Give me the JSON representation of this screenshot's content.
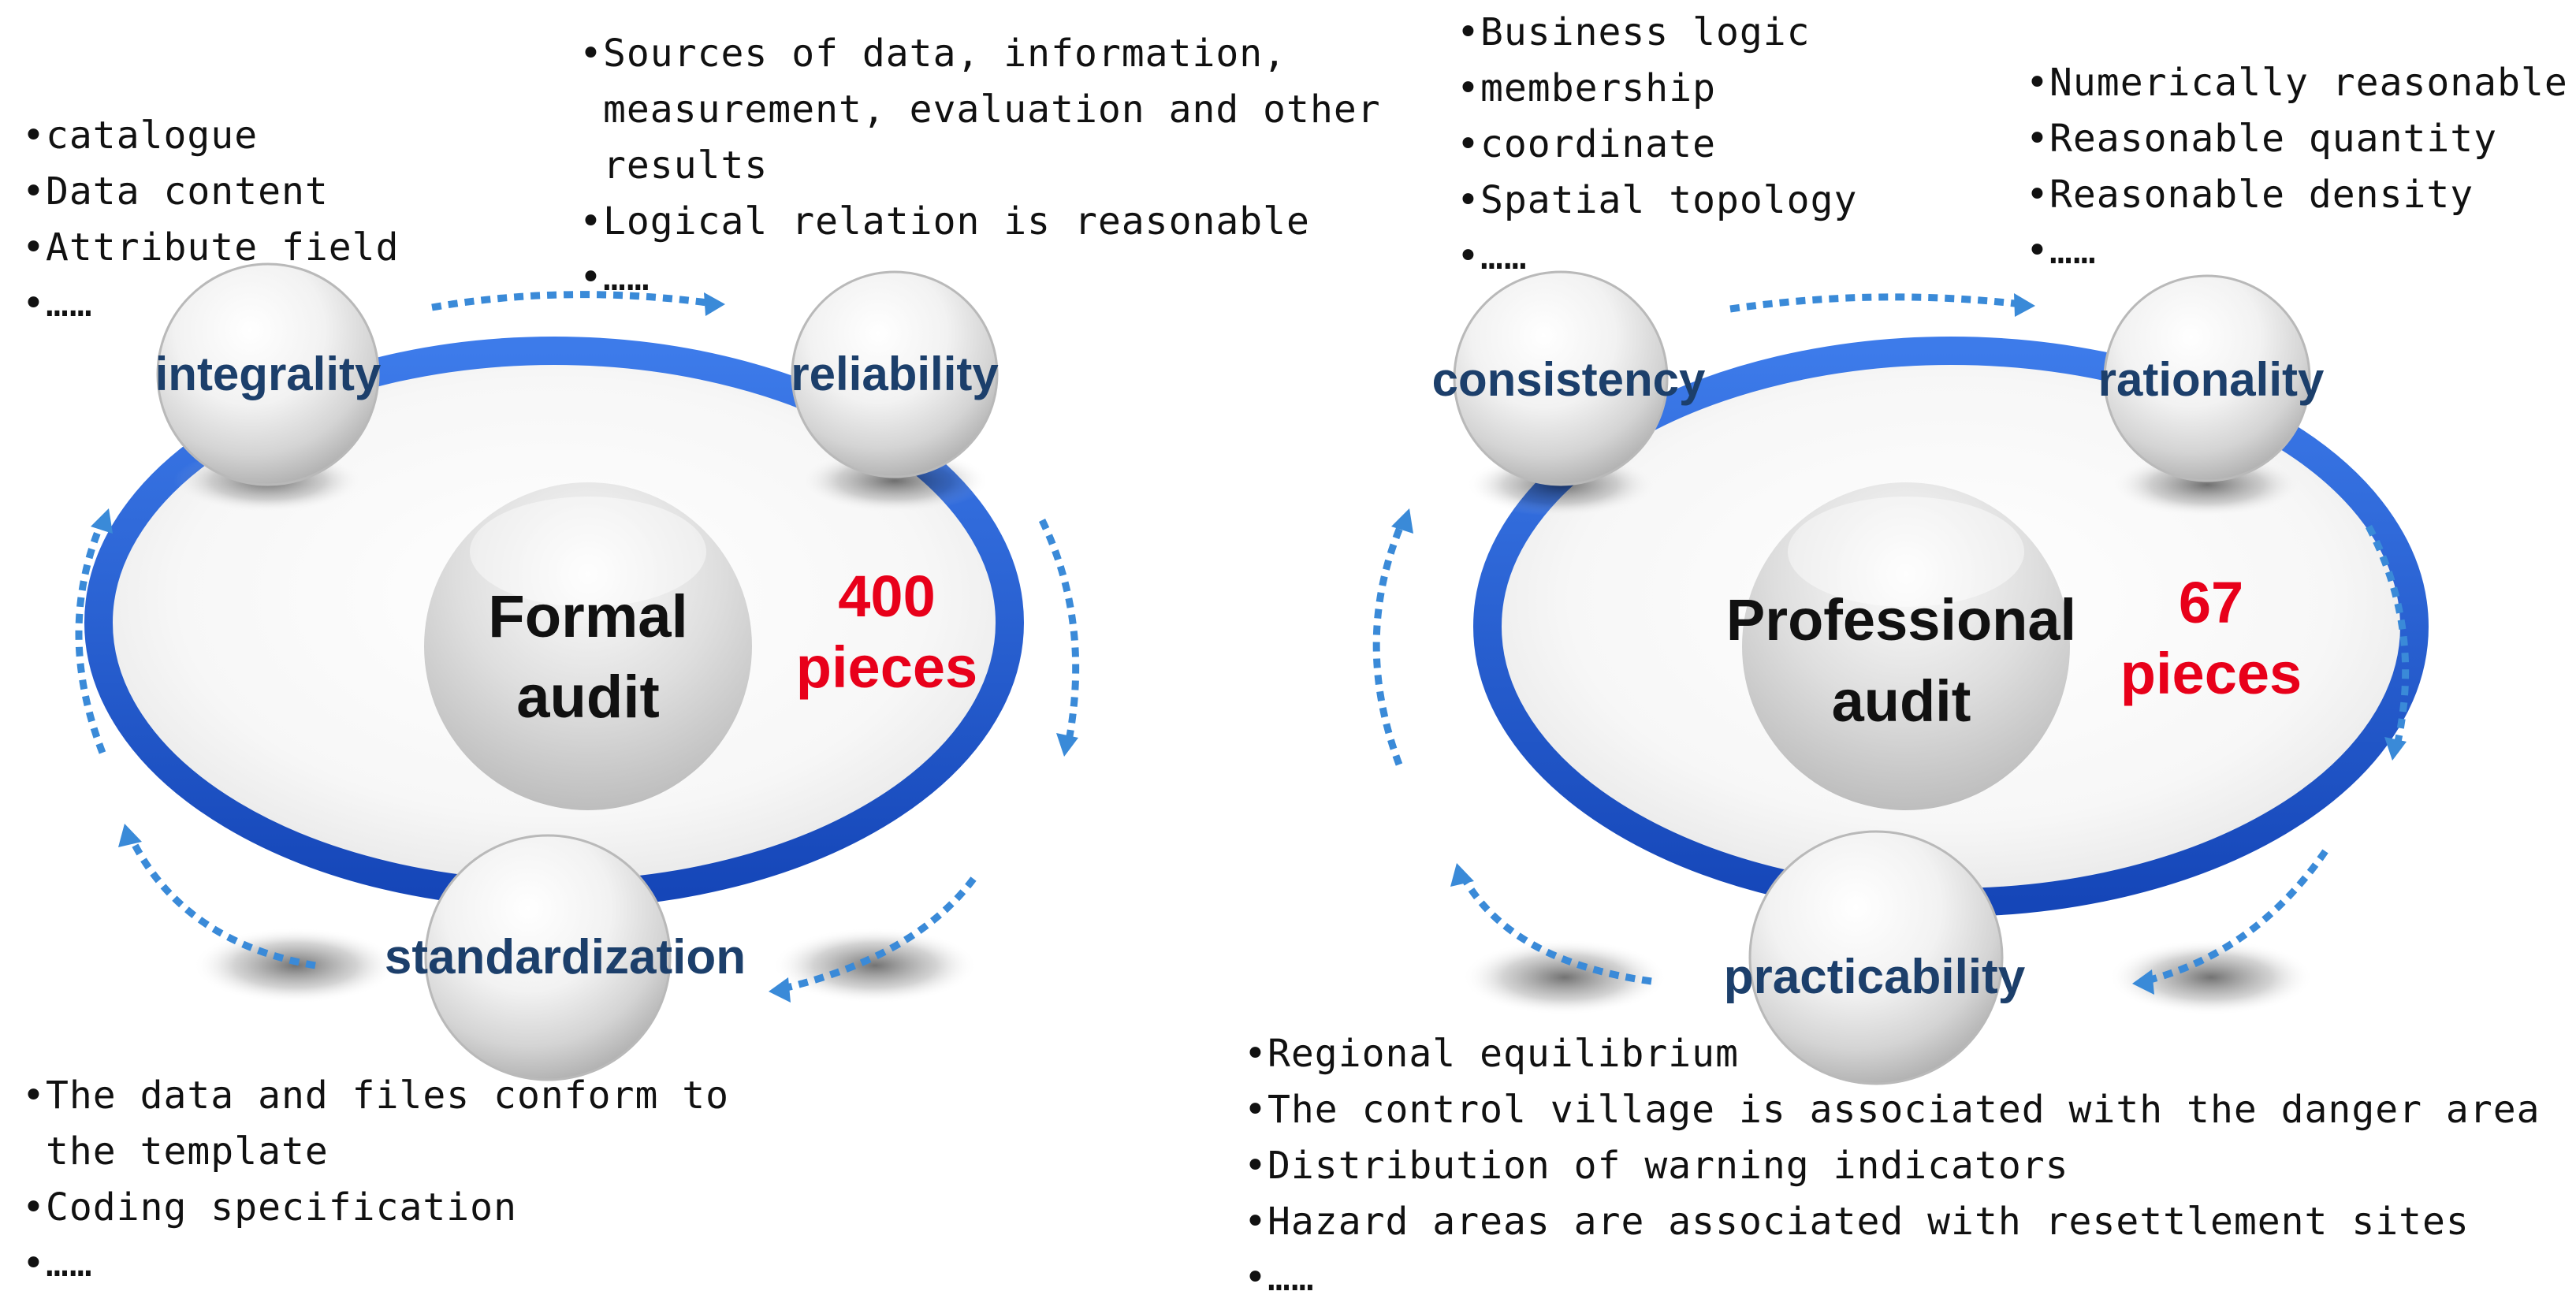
{
  "colors": {
    "ring": "#1f5fd6",
    "arrow": "#3a8ad8",
    "node_label": "#1c3f6b",
    "center_label": "#111111",
    "count": "#e8001a"
  },
  "left_cycle": {
    "center_line1": "Formal",
    "center_line2": "audit",
    "count_line1": "400",
    "count_line2": "pieces",
    "nodes": {
      "integrality": "integrality",
      "reliability": "reliability",
      "standardization": "standardization"
    },
    "notes": {
      "integrality": [
        "catalogue",
        "Data content",
        "Attribute field",
        "……"
      ],
      "reliability": [
        "Sources of data, information,",
        "measurement, evaluation and other",
        "results",
        "Logical relation is reasonable",
        "……"
      ],
      "standardization": [
        "The data and files conform to",
        "the template",
        "Coding specification",
        "……"
      ]
    }
  },
  "right_cycle": {
    "center_line1": "Professional",
    "center_line2": "audit",
    "count_line1": "67",
    "count_line2": "pieces",
    "nodes": {
      "consistency": "consistency",
      "rationality": "rationality",
      "practicability": "practicability"
    },
    "notes": {
      "consistency": [
        "Business logic",
        "membership",
        "coordinate",
        "Spatial topology",
        "……"
      ],
      "rationality": [
        "Numerically reasonable",
        "Reasonable quantity",
        "Reasonable density",
        "……"
      ],
      "practicability": [
        "Regional equilibrium",
        "The control village is associated with the danger area",
        "Distribution of warning indicators",
        "Hazard areas are associated with resettlement sites",
        "……"
      ]
    }
  }
}
